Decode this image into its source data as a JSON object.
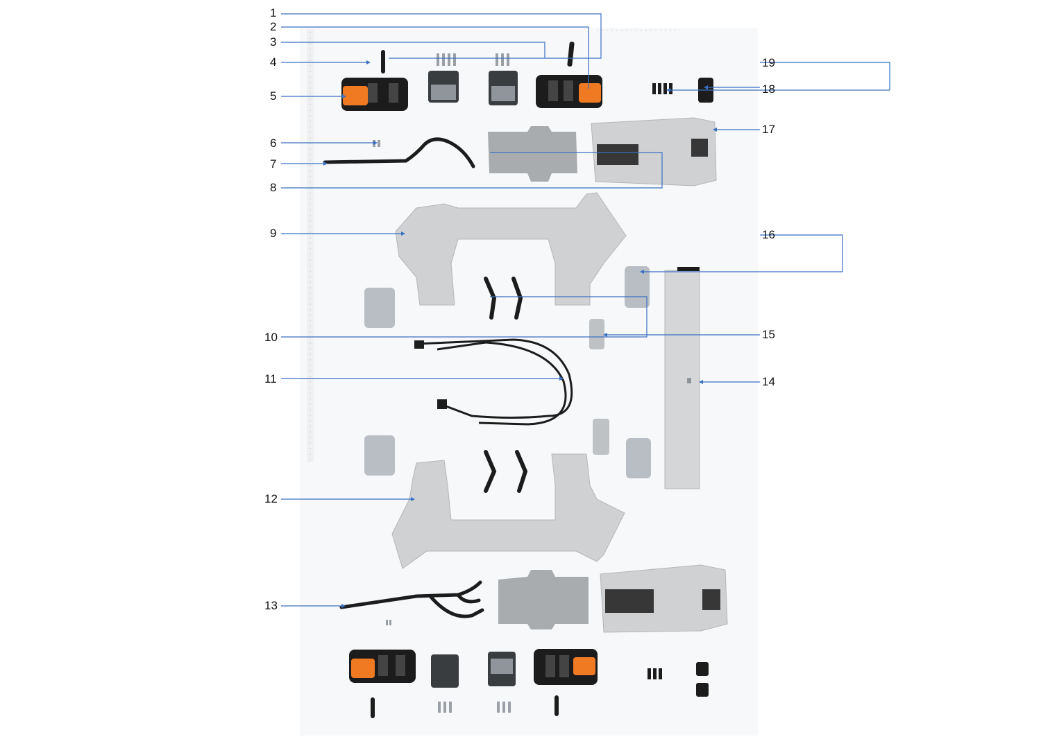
{
  "diagram": {
    "callouts": {
      "c1": "1",
      "c2": "2",
      "c3": "3",
      "c4": "4",
      "c5": "5",
      "c6": "6",
      "c7": "7",
      "c8": "8",
      "c9": "9",
      "c10": "10",
      "c11": "11",
      "c12": "12",
      "c13": "13",
      "c14": "14",
      "c15": "15",
      "c16": "16",
      "c17": "17",
      "c18": "18",
      "c19": "19"
    },
    "colors": {
      "leader": "#3a6fc4",
      "plastic": "#cfd1d3",
      "plastic_dark": "#a9acaf",
      "black": "#1c1c1c",
      "orange": "#f07a22",
      "metal": "#b9bec4",
      "backdrop": "#f7f8f9"
    }
  }
}
